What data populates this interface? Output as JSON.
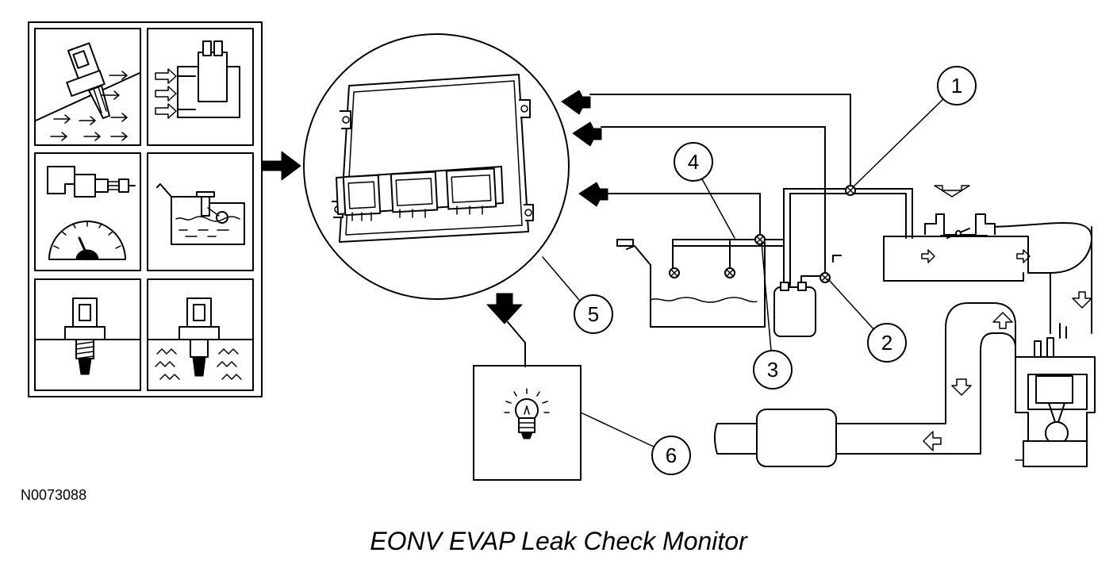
{
  "figure_id": "N0073088",
  "caption": "EONV EVAP Leak Check Monitor",
  "callouts": [
    "1",
    "2",
    "3",
    "4",
    "5",
    "6"
  ]
}
